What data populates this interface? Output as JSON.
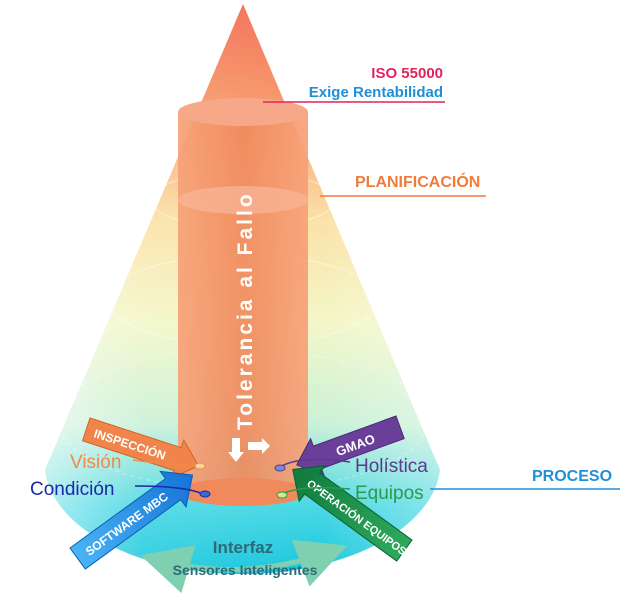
{
  "labels": {
    "iso": "ISO 55000",
    "rentabilidad": "Exige Rentabilidad",
    "planificacion": "PLANIFICACIÓN",
    "proceso": "PROCESO",
    "tolerancia": "Tolerancia al Fallo",
    "vision": "Visión",
    "condicion": "Condición",
    "holistica": "Holística",
    "equipos": "Equipos",
    "interfaz": "Interfaz",
    "sensores": "Sensores Inteligentes"
  },
  "arrows": {
    "inspeccion": "INSPECCIÓN",
    "gmao": "GMAO",
    "software": "SOFTWARE MBC",
    "operacion": "OPERACIÓN EQUIPOS"
  },
  "colors": {
    "iso": "#e0245e",
    "rentabilidad": "#1e90d6",
    "planificacion": "#f07c3a",
    "proceso": "#1e90d6",
    "column": "#f28a57",
    "vision": "#f08a4b",
    "condicion": "#1a2aa8",
    "holistica": "#5a3a8a",
    "equipos": "#2a9a4a",
    "interfaz": "#2a6a7a",
    "inspeccion_arrow": "#f0844a",
    "gmao_arrow": "#6a3f9a",
    "software_arrow": "#1e8fe0",
    "operacion_arrow": "#1a8a4a"
  }
}
